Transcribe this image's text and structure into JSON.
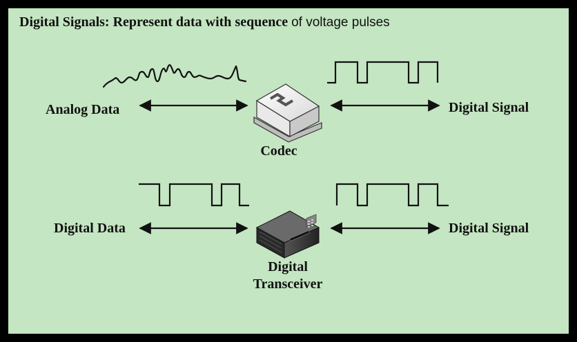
{
  "title": {
    "bold_part": "Digital Signals: Represent data with sequence",
    "plain_part": "of voltage pulses"
  },
  "row1": {
    "left_label": "Analog Data",
    "device_label": "Codec",
    "right_label": "Digital Signal"
  },
  "row2": {
    "left_label": "Digital Data",
    "device_label_line1": "Digital",
    "device_label_line2": "Transceiver",
    "right_label": "Digital Signal"
  },
  "colors": {
    "outer_border": "#000000",
    "panel_background": "#c4e6c2",
    "line": "#111111"
  }
}
